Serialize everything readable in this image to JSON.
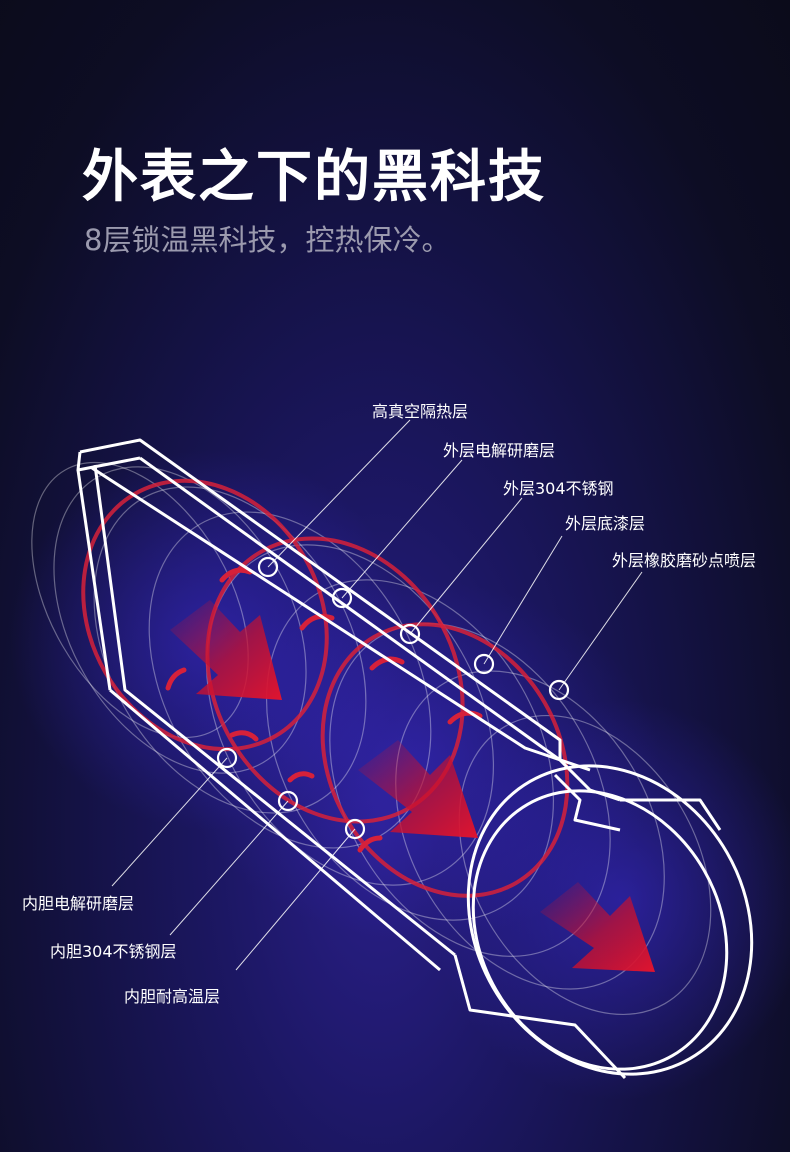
{
  "header": {
    "title": "外表之下的黑科技",
    "subtitle": "8层锁温黑科技，控热保冷。"
  },
  "layers": {
    "outer": [
      "高真空隔热层",
      "外层电解研磨层",
      "外层304不锈钢",
      "外层底漆层",
      "外层橡胶磨砂点喷层"
    ],
    "inner": [
      "内胆电解研磨层",
      "内胆304不锈钢层",
      "内胆耐高温层"
    ]
  },
  "colors": {
    "background": "#0d0d24",
    "glow": "#2a1f8a",
    "outline": "#ffffff",
    "arrow": "#c8102e",
    "ring": "#d6213a",
    "subtitle": "#9b9aae"
  }
}
